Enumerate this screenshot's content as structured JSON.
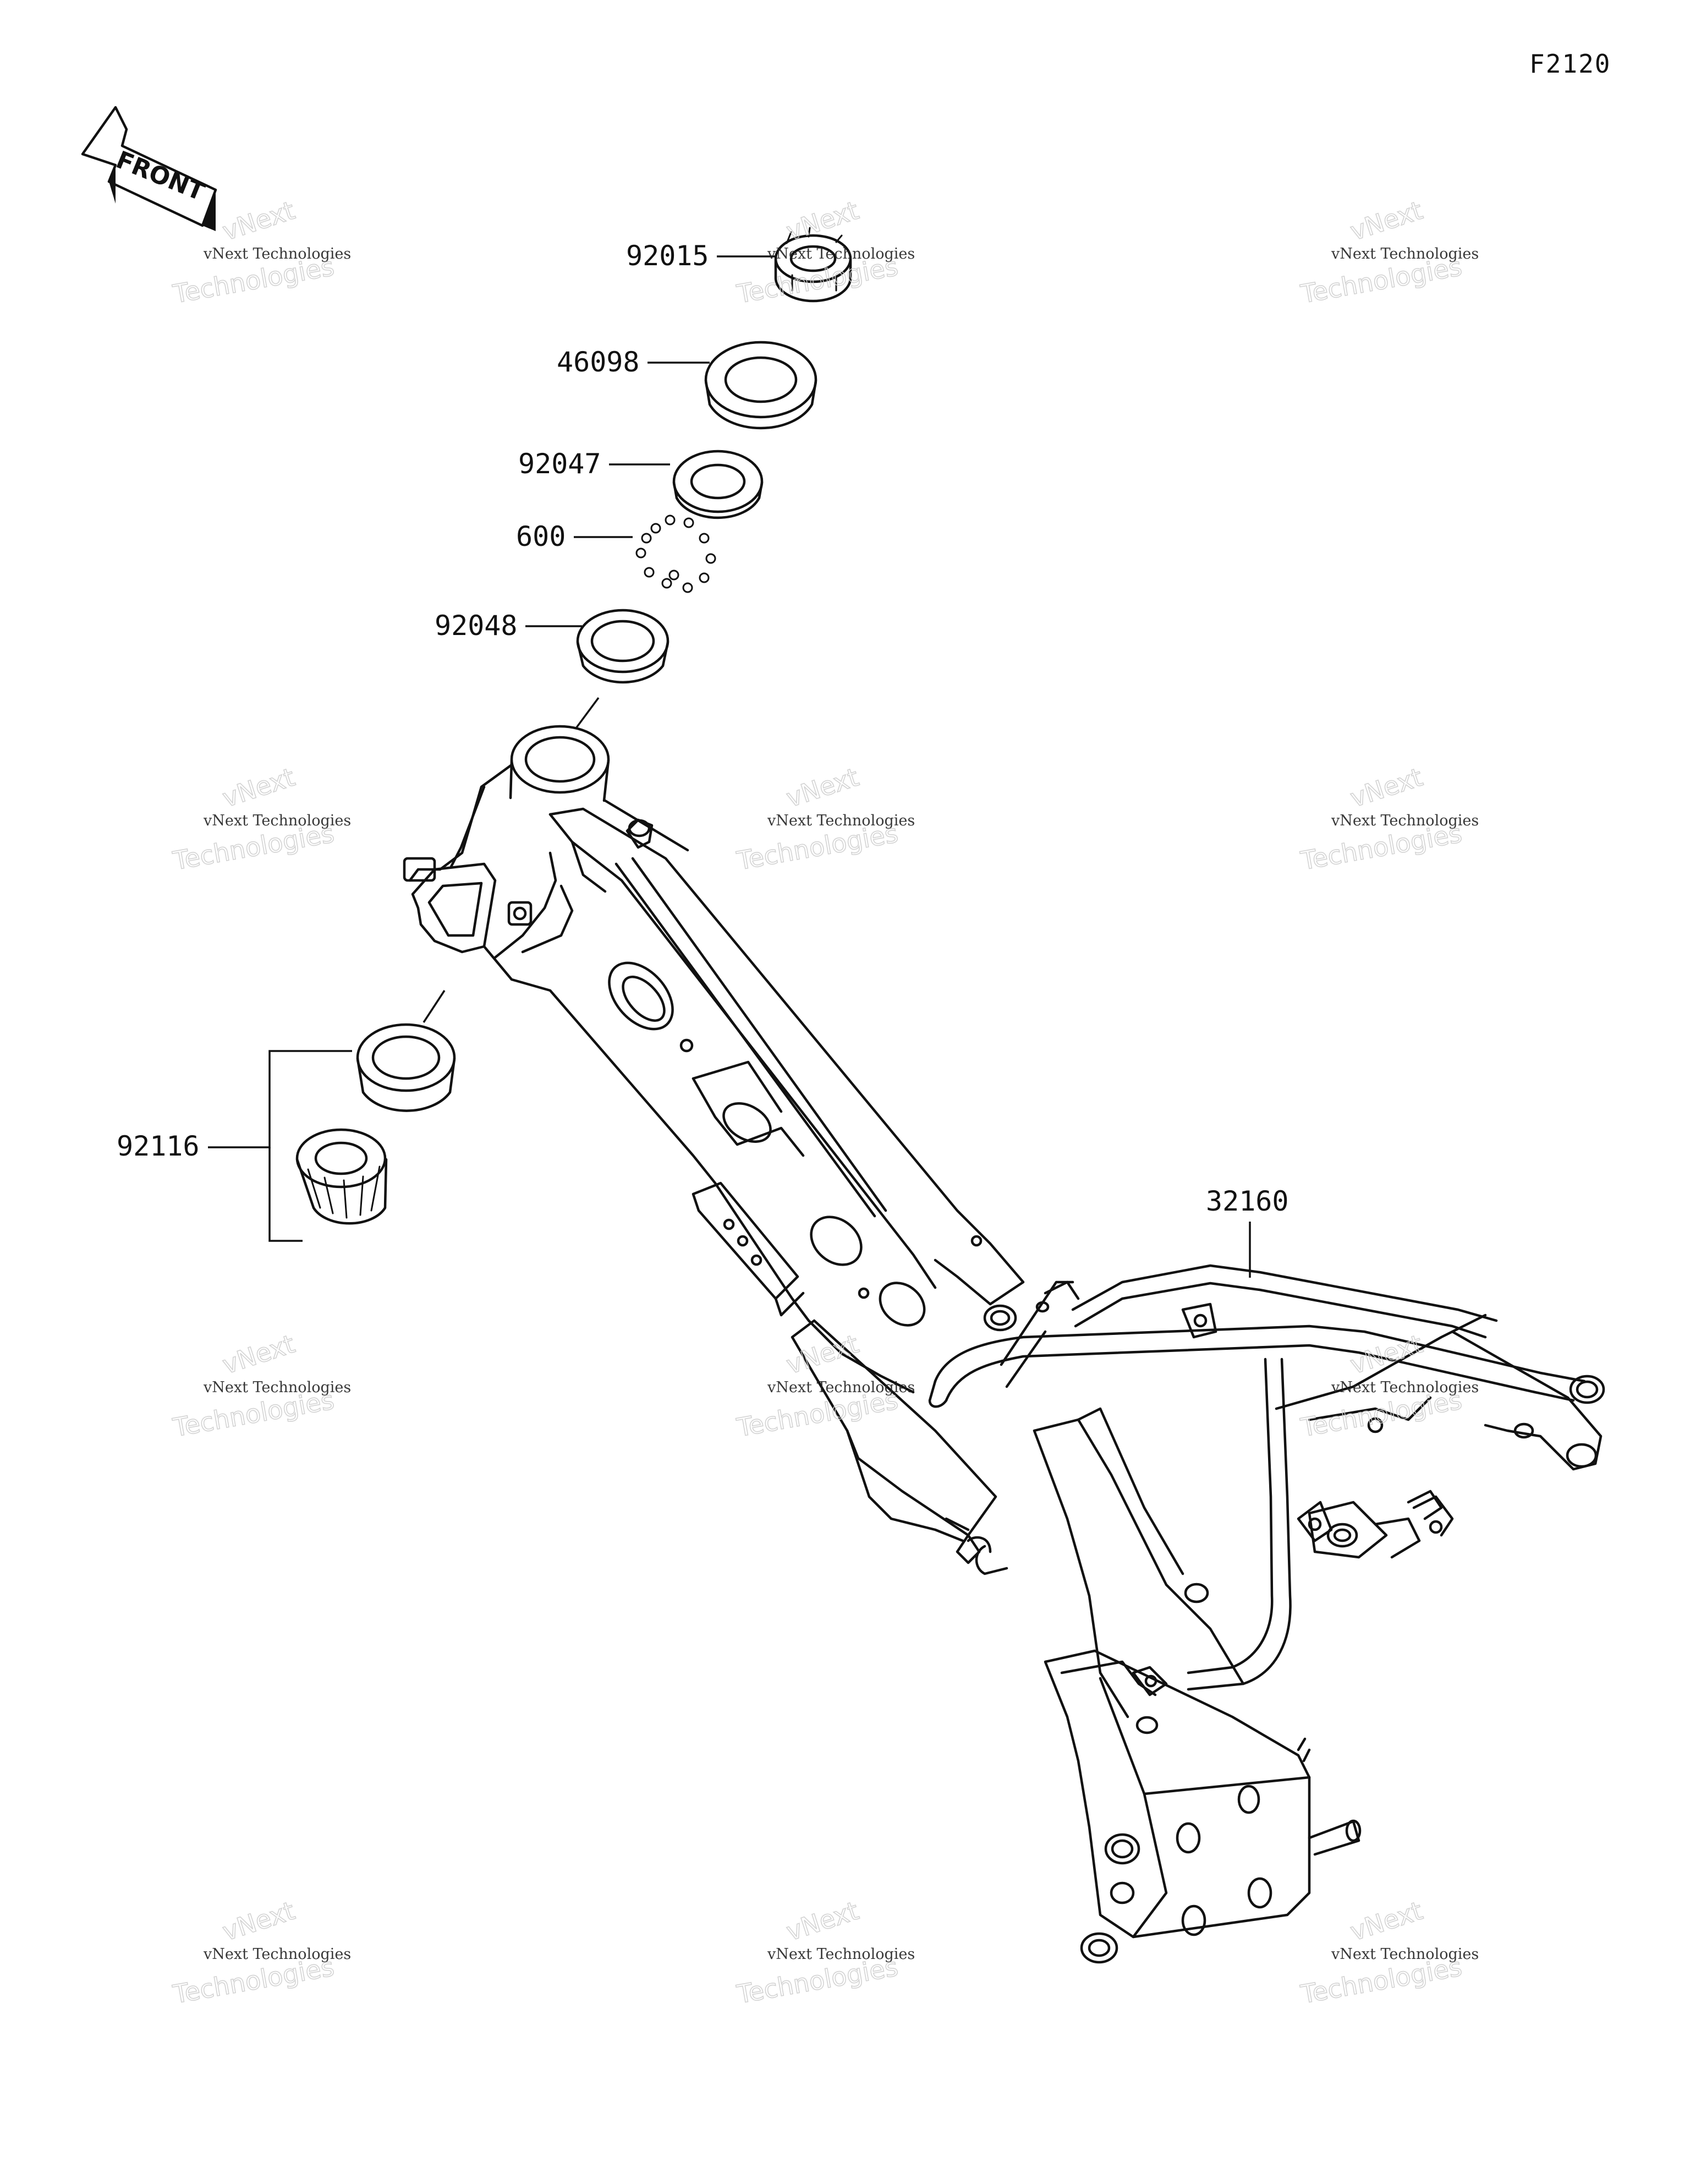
{
  "figure_id": "F2120",
  "direction_label": "FRONT",
  "callouts": [
    {
      "id": "nut",
      "part_number": "92015"
    },
    {
      "id": "cap",
      "part_number": "46098"
    },
    {
      "id": "race-upper",
      "part_number": "92047"
    },
    {
      "id": "steel-balls",
      "part_number": "600"
    },
    {
      "id": "race-lower",
      "part_number": "92048"
    },
    {
      "id": "bearing",
      "part_number": "92116"
    },
    {
      "id": "frame",
      "part_number": "32160"
    }
  ],
  "watermark": {
    "line_small": "vNext Technologies",
    "line_big_top": "vNext",
    "line_big_bottom": "Technologies"
  }
}
